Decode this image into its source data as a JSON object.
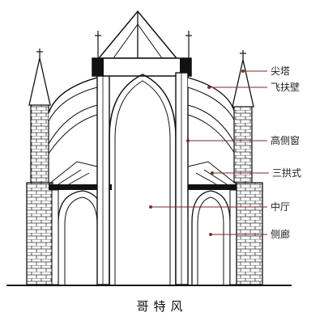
{
  "diagram": {
    "caption": "哥特风",
    "labels": {
      "jianta": "尖塔",
      "feifubi": "飞扶壁",
      "gaocechuang": "高侧窗",
      "sanjieshi": "三拱式",
      "zhongting": "中厅",
      "celang": "侧廊"
    }
  },
  "colors": {
    "ink": "#1a1a1a",
    "leader": "#7a2a2a"
  }
}
